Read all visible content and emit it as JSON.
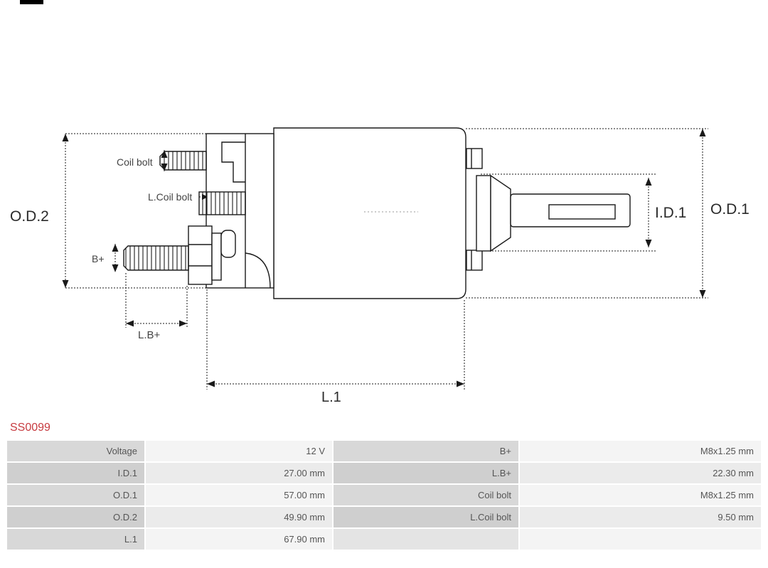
{
  "meta": {
    "part_number": "SS0099"
  },
  "colors": {
    "part_number_red": "#c73b40",
    "table_label_bg": "#d8d8d8",
    "table_label_bg_alt": "#cfcfcf",
    "table_value_bg": "#f4f4f4",
    "table_value_bg_alt": "#ebebeb",
    "diagram_ink": "#1a1a1a"
  },
  "diagram": {
    "labels": {
      "od2": "O.D.2",
      "od1": "O.D.1",
      "id1": "I.D.1",
      "coil_bolt": "Coil bolt",
      "l_coil_bolt": "L.Coil bolt",
      "b_plus": "B+",
      "l_b_plus": "L.B+",
      "l1": "L.1"
    }
  },
  "table": {
    "rows": [
      {
        "label1": "Voltage",
        "value1": "12 V",
        "label2": "B+",
        "value2": "M8x1.25 mm"
      },
      {
        "label1": "I.D.1",
        "value1": "27.00 mm",
        "label2": "L.B+",
        "value2": "22.30 mm"
      },
      {
        "label1": "O.D.1",
        "value1": "57.00 mm",
        "label2": "Coil bolt",
        "value2": "M8x1.25 mm"
      },
      {
        "label1": "O.D.2",
        "value1": "49.90 mm",
        "label2": "L.Coil bolt",
        "value2": "9.50 mm"
      },
      {
        "label1": "L.1",
        "value1": "67.90 mm",
        "label2": "",
        "value2": ""
      }
    ]
  }
}
